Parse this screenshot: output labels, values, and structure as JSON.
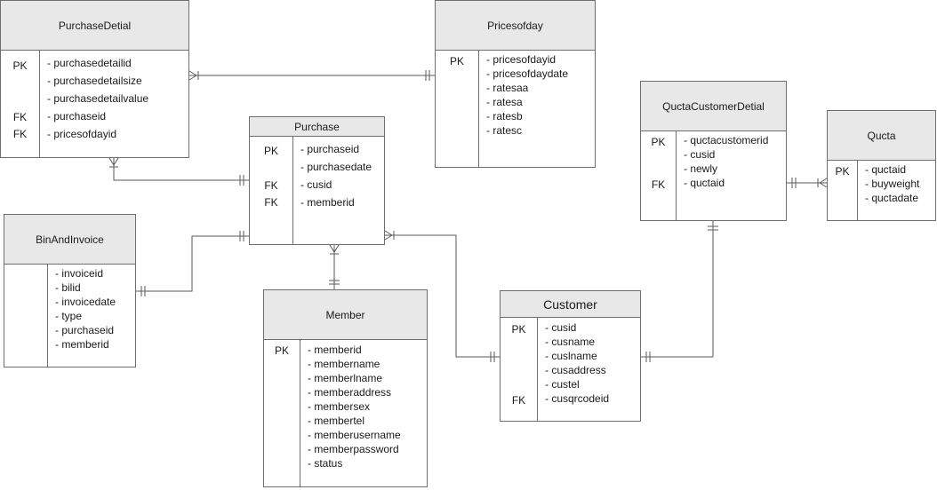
{
  "diagram": {
    "entities": {
      "purchasedetial": {
        "title": "PurchaseDetial",
        "keys": [
          "PK",
          "FK",
          "FK"
        ],
        "fields": [
          "- purchasedetailid",
          "- purchasedetailsize",
          "- purchasedetailvalue",
          "- purchaseid",
          "- pricesofdayid"
        ]
      },
      "pricesofday": {
        "title": "Pricesofday",
        "keys": [
          "PK"
        ],
        "fields": [
          "- pricesofdayid",
          "- pricesofdaydate",
          "- ratesaa",
          "- ratesa",
          "- ratesb",
          "- ratesc"
        ]
      },
      "purchase": {
        "title": "Purchase",
        "keys": [
          "PK",
          "FK",
          "FK"
        ],
        "fields": [
          "- purchaseid",
          "- purchasedate",
          "- cusid",
          "- memberid"
        ]
      },
      "qucta_customer_detial": {
        "title": "QuctaCustomerDetial",
        "keys": [
          "PK",
          "FK"
        ],
        "fields": [
          "- quctacustomerid",
          "- cusid",
          "- newly",
          "- quctaid"
        ]
      },
      "qucta": {
        "title": "Qucta",
        "keys": [
          "PK"
        ],
        "fields": [
          "- quctaid",
          "- buyweight",
          "- quctadate"
        ]
      },
      "binandinvoice": {
        "title": "BinAndInvoice",
        "keys": [],
        "fields": [
          "- invoiceid",
          "- bilid",
          "- invoicedate",
          "- type",
          "- purchaseid",
          "- memberid"
        ]
      },
      "member": {
        "title": "Member",
        "keys": [
          "PK"
        ],
        "fields": [
          "- memberid",
          "- membername",
          "- memberlname",
          "- memberaddress",
          "- membersex",
          "- membertel",
          "- memberusername",
          "- memberpassword",
          "- status"
        ]
      },
      "customer": {
        "title": "Customer",
        "keys": [
          "PK",
          "FK"
        ],
        "fields": [
          "- cusid",
          "- cusname",
          "- cuslname",
          "- cusaddress",
          "- custel",
          "- cusqrcodeid"
        ]
      }
    },
    "relationships": [
      {
        "from": "purchasedetial",
        "to": "pricesofday",
        "from_end": "many",
        "to_end": "one"
      },
      {
        "from": "purchasedetial",
        "to": "purchase",
        "from_end": "many",
        "to_end": "one"
      },
      {
        "from": "binandinvoice",
        "to": "purchase",
        "from_end": "one",
        "to_end": "one"
      },
      {
        "from": "purchase",
        "to": "member",
        "from_end": "many",
        "to_end": "one"
      },
      {
        "from": "purchase",
        "to": "customer",
        "from_end": "many",
        "to_end": "one"
      },
      {
        "from": "customer",
        "to": "qucta_customer_detial",
        "from_end": "one",
        "to_end": "one"
      },
      {
        "from": "qucta_customer_detial",
        "to": "qucta",
        "from_end": "one",
        "to_end": "many"
      }
    ],
    "line_color": "#5a5a5a",
    "header_color": "#e8e8e8",
    "border_color": "#6e6e6e"
  }
}
